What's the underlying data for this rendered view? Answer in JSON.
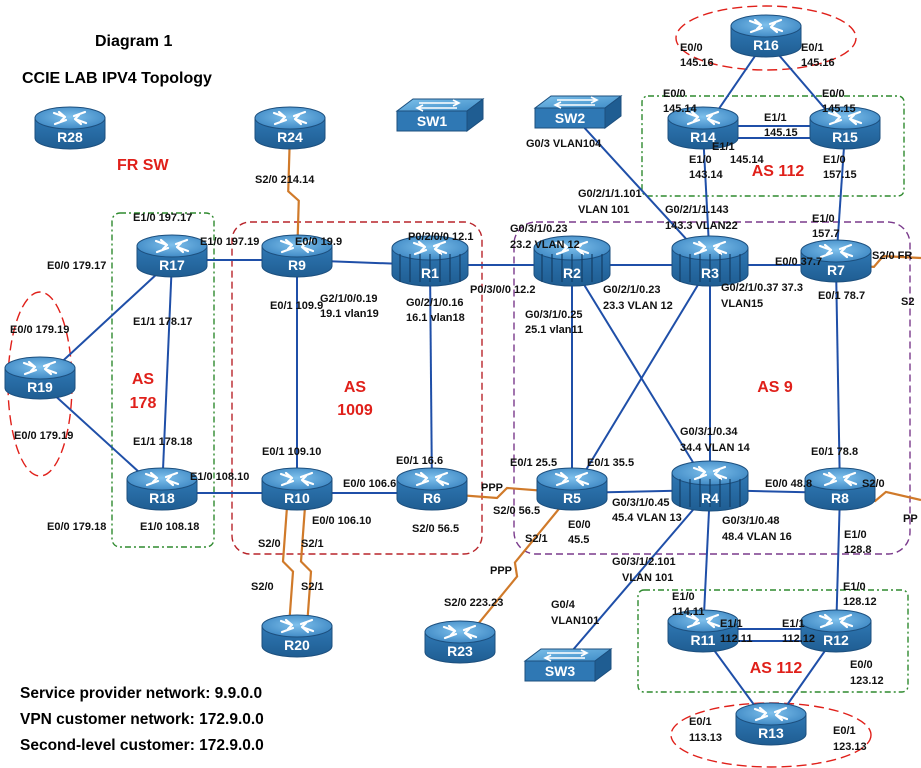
{
  "title": "Diagram 1",
  "subtitle": "CCIE LAB IPV4 Topology",
  "footer": [
    "Service provider network: 9.9.0.0",
    "VPN customer network: 172.9.0.0",
    "Second-level customer: 172.9.0.0"
  ],
  "colors": {
    "router_blue": "#2f78b4",
    "router_top": "#5aa6dd",
    "link_blue": "#1f4fa8",
    "serial_orange": "#d07a2a",
    "as_red": "#e0201a",
    "as_green_border": "#2f8a2f"
  },
  "devices": [
    {
      "id": "R28",
      "name": "R28",
      "type": "router"
    },
    {
      "id": "R24",
      "name": "R24",
      "type": "router"
    },
    {
      "id": "SW1",
      "name": "SW1",
      "type": "switch"
    },
    {
      "id": "SW2",
      "name": "SW2",
      "type": "switch"
    },
    {
      "id": "R16",
      "name": "R16",
      "type": "router"
    },
    {
      "id": "R14",
      "name": "R14",
      "type": "router"
    },
    {
      "id": "R15",
      "name": "R15",
      "type": "router"
    },
    {
      "id": "R17",
      "name": "R17",
      "type": "router"
    },
    {
      "id": "R9",
      "name": "R9",
      "type": "router"
    },
    {
      "id": "R1",
      "name": "R1",
      "type": "router-lg"
    },
    {
      "id": "R2",
      "name": "R2",
      "type": "router-lg"
    },
    {
      "id": "R3",
      "name": "R3",
      "type": "router-lg"
    },
    {
      "id": "R7",
      "name": "R7",
      "type": "router"
    },
    {
      "id": "R19",
      "name": "R19",
      "type": "router"
    },
    {
      "id": "R18",
      "name": "R18",
      "type": "router"
    },
    {
      "id": "R10",
      "name": "R10",
      "type": "router"
    },
    {
      "id": "R6",
      "name": "R6",
      "type": "router"
    },
    {
      "id": "R5",
      "name": "R5",
      "type": "router"
    },
    {
      "id": "R4",
      "name": "R4",
      "type": "router-lg"
    },
    {
      "id": "R8",
      "name": "R8",
      "type": "router"
    },
    {
      "id": "R20",
      "name": "R20",
      "type": "router"
    },
    {
      "id": "R23",
      "name": "R23",
      "type": "router"
    },
    {
      "id": "SW3",
      "name": "SW3",
      "type": "switch"
    },
    {
      "id": "R11",
      "name": "R11",
      "type": "router"
    },
    {
      "id": "R12",
      "name": "R12",
      "type": "router"
    },
    {
      "id": "R13",
      "name": "R13",
      "type": "router"
    }
  ],
  "links": [
    {
      "a": "R17",
      "b": "R9",
      "kind": "eth"
    },
    {
      "a": "R9",
      "b": "R1",
      "kind": "eth"
    },
    {
      "a": "R1",
      "b": "R2",
      "kind": "eth"
    },
    {
      "a": "R2",
      "b": "R3",
      "kind": "eth"
    },
    {
      "a": "R3",
      "b": "R7",
      "kind": "eth"
    },
    {
      "a": "R17",
      "b": "R18",
      "kind": "eth"
    },
    {
      "a": "R17",
      "b": "R19",
      "kind": "eth"
    },
    {
      "a": "R19",
      "b": "R18",
      "kind": "eth"
    },
    {
      "a": "R9",
      "b": "R10",
      "kind": "eth"
    },
    {
      "a": "R1",
      "b": "R6",
      "kind": "eth"
    },
    {
      "a": "R18",
      "b": "R10",
      "kind": "eth"
    },
    {
      "a": "R10",
      "b": "R6",
      "kind": "eth"
    },
    {
      "a": "R2",
      "b": "R5",
      "kind": "eth"
    },
    {
      "a": "R2",
      "b": "R4",
      "kind": "eth"
    },
    {
      "a": "R3",
      "b": "R5",
      "kind": "eth"
    },
    {
      "a": "R3",
      "b": "R4",
      "kind": "eth"
    },
    {
      "a": "SW2",
      "b": "R3",
      "kind": "eth"
    },
    {
      "a": "R14",
      "b": "R3",
      "kind": "eth"
    },
    {
      "a": "R15",
      "b": "R7",
      "kind": "eth"
    },
    {
      "a": "R14",
      "b": "R15",
      "kind": "eth2"
    },
    {
      "a": "R16",
      "b": "R14",
      "kind": "eth"
    },
    {
      "a": "R16",
      "b": "R15",
      "kind": "eth"
    },
    {
      "a": "R7",
      "b": "R8",
      "kind": "eth"
    },
    {
      "a": "R5",
      "b": "R4",
      "kind": "eth"
    },
    {
      "a": "R4",
      "b": "R8",
      "kind": "eth"
    },
    {
      "a": "R4",
      "b": "R11",
      "kind": "eth"
    },
    {
      "a": "R4",
      "b": "SW3",
      "kind": "eth"
    },
    {
      "a": "R8",
      "b": "R12",
      "kind": "eth"
    },
    {
      "a": "R11",
      "b": "R12",
      "kind": "eth2"
    },
    {
      "a": "R11",
      "b": "R13",
      "kind": "eth"
    },
    {
      "a": "R12",
      "b": "R13",
      "kind": "eth"
    },
    {
      "a": "R24",
      "b": "R9",
      "kind": "serial"
    },
    {
      "a": "R6",
      "b": "R5",
      "kind": "serial"
    },
    {
      "a": "R5",
      "b": "R23",
      "kind": "serial"
    },
    {
      "a": "R10",
      "b": "R20",
      "kind": "serial2"
    },
    {
      "a": "R7",
      "b": "EDGE_R7",
      "kind": "serial"
    },
    {
      "a": "R8",
      "b": "EDGE_R8",
      "kind": "serial"
    }
  ],
  "as_labels": [
    {
      "id": "as178",
      "lines": [
        "AS",
        "178"
      ]
    },
    {
      "id": "as1009",
      "lines": [
        "AS",
        "1009"
      ]
    },
    {
      "id": "as9",
      "lines": [
        "AS 9"
      ]
    },
    {
      "id": "as112top",
      "lines": [
        "AS 112"
      ]
    },
    {
      "id": "as112bot",
      "lines": [
        "AS 112"
      ]
    }
  ],
  "fr_sw": "FR SW",
  "labels": [
    {
      "id": "r17_e10",
      "text": "E1/0 197.17"
    },
    {
      "id": "r17_e00",
      "text": "E0/0 179.17"
    },
    {
      "id": "r17_e11",
      "text": "E1/1 178.17"
    },
    {
      "id": "r9_e10",
      "text": "E1/0 197.19"
    },
    {
      "id": "r9_e00",
      "text": "E0/0 19.9"
    },
    {
      "id": "r9_s20",
      "text": "S2/0 214.14"
    },
    {
      "id": "r9_e01",
      "text": "E0/1 109.9"
    },
    {
      "id": "r9_g2a",
      "text": "G2/1/0/0.19"
    },
    {
      "id": "r9_g2b",
      "text": "19.1 vlan19"
    },
    {
      "id": "r1_p0",
      "text": "P0/2/0/0 12.1"
    },
    {
      "id": "r1_g0a",
      "text": "G0/2/1/0.16"
    },
    {
      "id": "r1_g0b",
      "text": "16.1 vlan18"
    },
    {
      "id": "r2_p0",
      "text": "P0/3/0/0 12.2"
    },
    {
      "id": "r2_g03a",
      "text": "G0/3/1/0.23"
    },
    {
      "id": "r2_g03b",
      "text": "23.2 VLAN 12"
    },
    {
      "id": "r2_g25a",
      "text": "G0/3/1/0.25"
    },
    {
      "id": "r2_g25b",
      "text": "25.1 vlan11"
    },
    {
      "id": "r3_g23a",
      "text": "G0/2/1/0.23"
    },
    {
      "id": "r3_g23b",
      "text": "23.3 VLAN 12"
    },
    {
      "id": "r3_g101a",
      "text": "G0/2/1/1.101"
    },
    {
      "id": "r3_g101b",
      "text": "VLAN 101"
    },
    {
      "id": "r3_g143a",
      "text": "G0/2/1/1.143"
    },
    {
      "id": "r3_g143b",
      "text": "143.3 VLAN22"
    },
    {
      "id": "r3_g37a",
      "text": "G0/2/1/0.37 37.3"
    },
    {
      "id": "r3_g37b",
      "text": "VLAN15"
    },
    {
      "id": "sw2_g03",
      "text": "G0/3 VLAN104"
    },
    {
      "id": "r16_e00a",
      "text": "E0/0"
    },
    {
      "id": "r16_e00b",
      "text": "145.16"
    },
    {
      "id": "r16_e01a",
      "text": "E0/1"
    },
    {
      "id": "r16_e01b",
      "text": "145.16"
    },
    {
      "id": "r14_e00a",
      "text": "E0/0"
    },
    {
      "id": "r14_e00b",
      "text": "145.14"
    },
    {
      "id": "r14_e11a",
      "text": "E1/1"
    },
    {
      "id": "r14_e11b",
      "text": "145.14"
    },
    {
      "id": "r14_e10a",
      "text": "E1/0"
    },
    {
      "id": "r14_e10b",
      "text": "143.14"
    },
    {
      "id": "r15_e00a",
      "text": "E0/0"
    },
    {
      "id": "r15_e00b",
      "text": "145.15"
    },
    {
      "id": "r15_e11a",
      "text": "E1/1"
    },
    {
      "id": "r15_e11b",
      "text": "145.15"
    },
    {
      "id": "r15_e10a",
      "text": "E1/0"
    },
    {
      "id": "r15_e10b",
      "text": "157.15"
    },
    {
      "id": "r7_e10a",
      "text": "E1/0"
    },
    {
      "id": "r7_e10b",
      "text": "157.7"
    },
    {
      "id": "r7_e00",
      "text": "E0/0 37.7"
    },
    {
      "id": "r7_s20",
      "text": "S2/0 FR"
    },
    {
      "id": "r7_e01",
      "text": "E0/1 78.7"
    },
    {
      "id": "r7_s2",
      "text": "S2"
    },
    {
      "id": "r19_e00a",
      "text": "E0/0 179.19"
    },
    {
      "id": "r19_e00b",
      "text": "E0/0 179.19"
    },
    {
      "id": "r18_e11",
      "text": "E1/1 178.18"
    },
    {
      "id": "r18_e00",
      "text": "E0/0 179.18"
    },
    {
      "id": "r18_e10",
      "text": "E1/0 108.18"
    },
    {
      "id": "r10_e10",
      "text": "E1/0 108.10"
    },
    {
      "id": "r10_e01",
      "text": "E0/1 109.10"
    },
    {
      "id": "r10_e00",
      "text": "E0/0 106.10"
    },
    {
      "id": "r10_s20",
      "text": "S2/0"
    },
    {
      "id": "r10_s21",
      "text": "S2/1"
    },
    {
      "id": "r6_e01",
      "text": "E0/1 16.6"
    },
    {
      "id": "r6_e00",
      "text": "E0/0 106.6"
    },
    {
      "id": "r6_s20",
      "text": "S2/0 56.5"
    },
    {
      "id": "ppp1",
      "text": "PPP"
    },
    {
      "id": "r5_s20",
      "text": "S2/0 56.5"
    },
    {
      "id": "r5_e01a",
      "text": "E0/1 25.5"
    },
    {
      "id": "r5_e01b",
      "text": "E0/1 35.5"
    },
    {
      "id": "r5_e00a",
      "text": "E0/0"
    },
    {
      "id": "r5_e00b",
      "text": "45.5"
    },
    {
      "id": "r5_s21",
      "text": "S2/1"
    },
    {
      "id": "ppp2",
      "text": "PPP"
    },
    {
      "id": "r4_g34a",
      "text": "G0/3/1/0.34"
    },
    {
      "id": "r4_g34b",
      "text": "34.4 VLAN 14"
    },
    {
      "id": "r4_g45a",
      "text": "G0/3/1/0.45"
    },
    {
      "id": "r4_g45b",
      "text": "45.4 VLAN 13"
    },
    {
      "id": "r4_g48a",
      "text": "G0/3/1/0.48"
    },
    {
      "id": "r4_g48b",
      "text": "48.4 VLAN 16"
    },
    {
      "id": "r4_g101a",
      "text": "G0/3/1/2.101"
    },
    {
      "id": "r4_g101b",
      "text": "VLAN 101"
    },
    {
      "id": "r8_e01",
      "text": "E0/1 78.8"
    },
    {
      "id": "r8_e00",
      "text": "E0/0 48.8"
    },
    {
      "id": "r8_s20",
      "text": "S2/0"
    },
    {
      "id": "r8_e10a",
      "text": "E1/0"
    },
    {
      "id": "r8_e10b",
      "text": "128.8"
    },
    {
      "id": "r8_pp",
      "text": "PP"
    },
    {
      "id": "r20_s20",
      "text": "S2/0"
    },
    {
      "id": "r20_s21",
      "text": "S2/1"
    },
    {
      "id": "r23_s20",
      "text": "S2/0 223.23"
    },
    {
      "id": "sw3_g04a",
      "text": "G0/4"
    },
    {
      "id": "sw3_g04b",
      "text": "VLAN101"
    },
    {
      "id": "r11_e10a",
      "text": "E1/0"
    },
    {
      "id": "r11_e10b",
      "text": "114.11"
    },
    {
      "id": "r11_e11a",
      "text": "E1/1"
    },
    {
      "id": "r11_e11b",
      "text": "112.11"
    },
    {
      "id": "r11_e01a",
      "text": "E0/1"
    },
    {
      "id": "r11_e01b",
      "text": "113.13"
    },
    {
      "id": "r12_e10a",
      "text": "E1/0"
    },
    {
      "id": "r12_e10b",
      "text": "128.12"
    },
    {
      "id": "r12_e11a",
      "text": "E1/1"
    },
    {
      "id": "r12_e11b",
      "text": "112.12"
    },
    {
      "id": "r12_e00a",
      "text": "E0/0"
    },
    {
      "id": "r12_e00b",
      "text": "123.12"
    },
    {
      "id": "r13_e01a",
      "text": "E0/1"
    },
    {
      "id": "r13_e01b",
      "text": "123.13"
    }
  ]
}
